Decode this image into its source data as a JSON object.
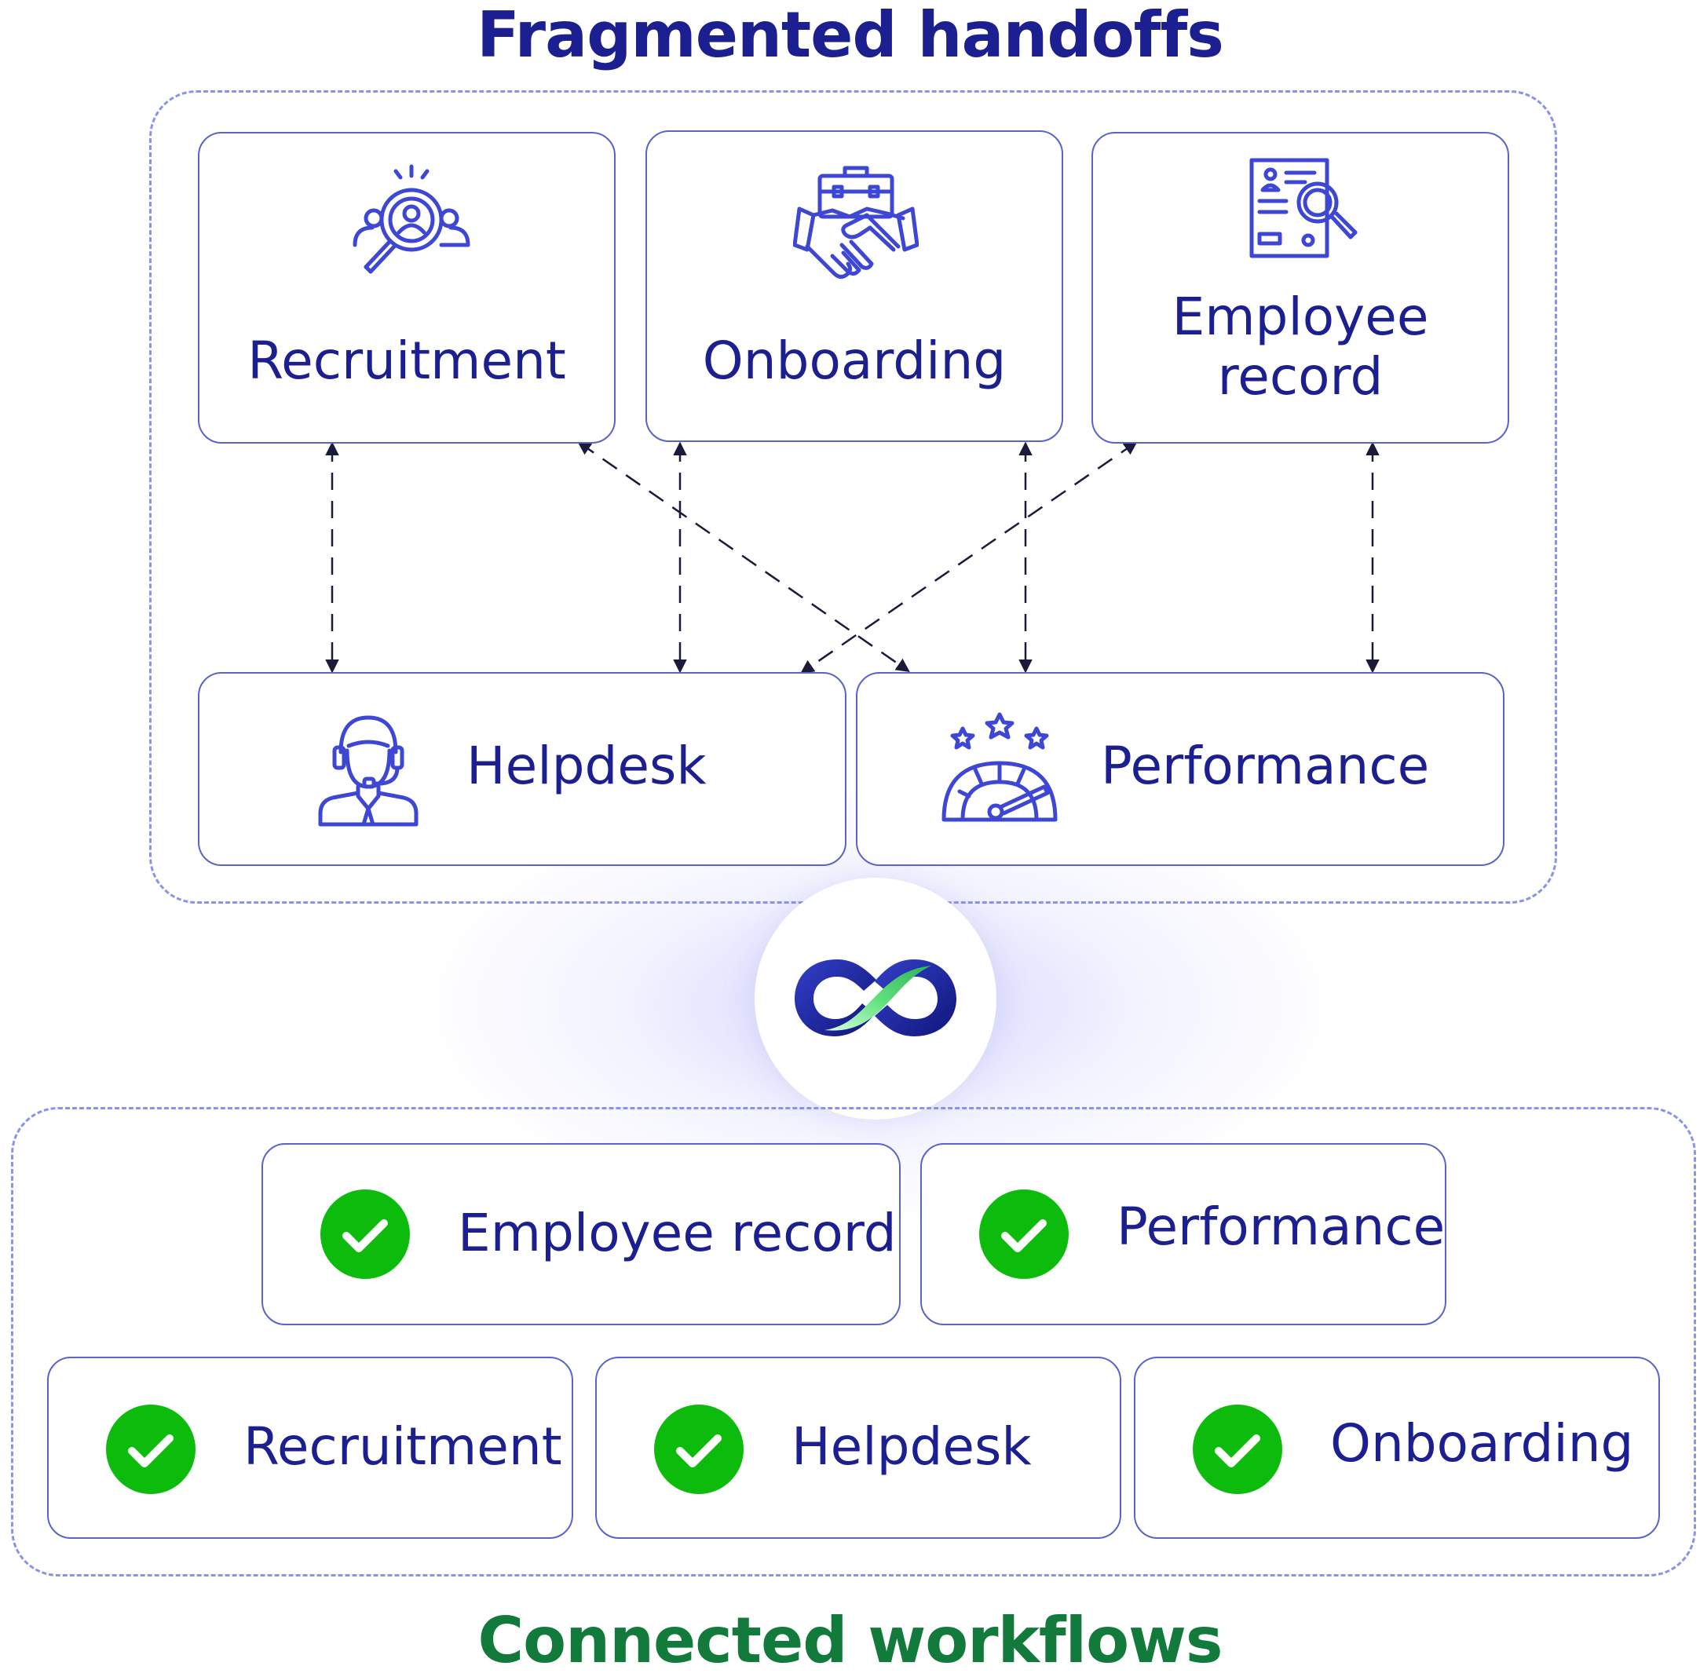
{
  "colors": {
    "navy": "#1c1f8f",
    "green": "#127a3a",
    "check_green": "#0dbb0d",
    "icon_blue": "#3e47d4",
    "dash": "#8a93e6"
  },
  "top": {
    "title": "Fragmented handoffs",
    "cards": {
      "recruitment": {
        "label": "Recruitment",
        "icon": "recruitment-search-icon"
      },
      "onboarding": {
        "label": "Onboarding",
        "icon": "handshake-briefcase-icon"
      },
      "employee_record": {
        "label_line1": "Employee",
        "label_line2": "record",
        "icon": "document-search-icon"
      },
      "helpdesk": {
        "label": "Helpdesk",
        "icon": "headset-agent-icon"
      },
      "performance": {
        "label": "Performance",
        "icon": "gauge-stars-icon"
      }
    }
  },
  "hub": {
    "icon": "infinity-logo-icon"
  },
  "bottom": {
    "title": "Connected workflows",
    "items": [
      {
        "label": "Employee record"
      },
      {
        "label": "Performance"
      },
      {
        "label": "Recruitment"
      },
      {
        "label": "Helpdesk"
      },
      {
        "label": "Onboarding"
      }
    ]
  }
}
